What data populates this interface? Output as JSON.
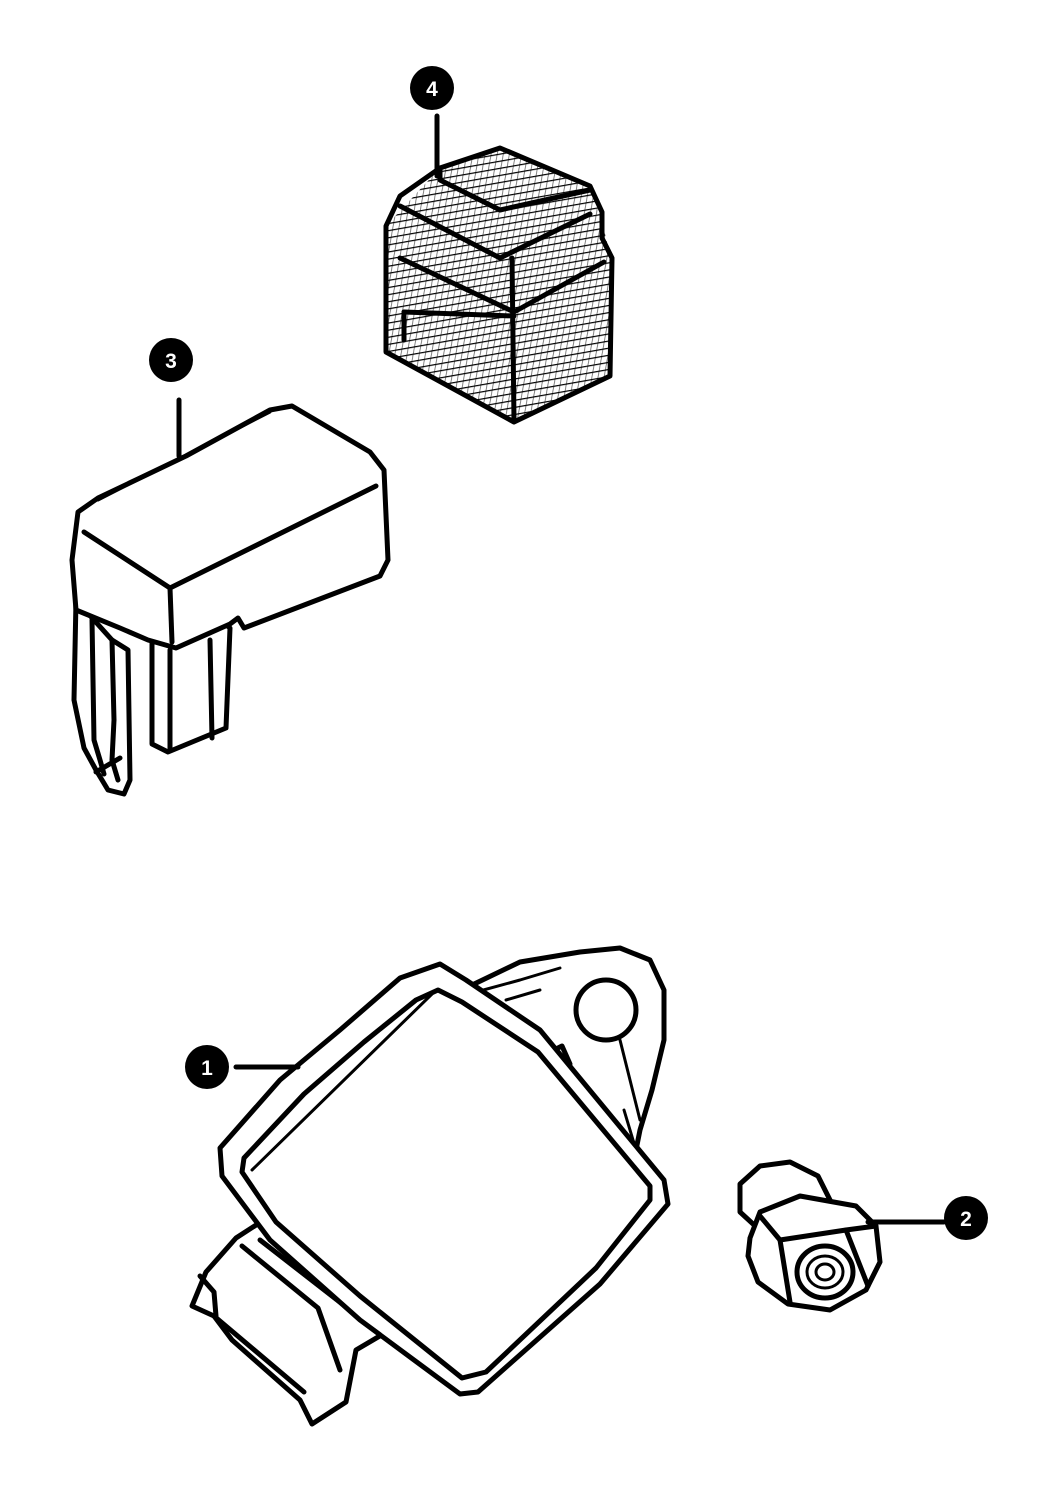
{
  "callouts": {
    "part1": "1",
    "part2": "2",
    "part3": "3",
    "part4": "4"
  },
  "colors": {
    "ink": "#000000",
    "paper": "#ffffff"
  }
}
